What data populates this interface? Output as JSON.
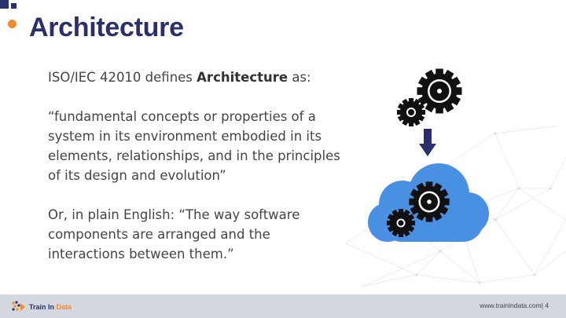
{
  "slide": {
    "title": "Architecture",
    "intro_prefix": "ISO/IEC 42010 defines ",
    "intro_bold": "Architecture",
    "intro_suffix": " as:",
    "quote_lines": [
      "“fundamental concepts or properties of a",
      "system in its environment embodied in its",
      "elements, relationships, and in the principles",
      "of its design and evolution”"
    ],
    "plain_lines": [
      "Or, in plain English: “The way software",
      "components are arranged and the",
      "interactions between them.”"
    ]
  },
  "illustration": {
    "icons": [
      "gears-icon",
      "arrow-down-icon",
      "cloud-icon",
      "cloud-gears-icon"
    ],
    "gear_color": "#111111",
    "arrow_color": "#2b2f6b",
    "cloud_color": "#4a90e2"
  },
  "footer": {
    "logo_part1": "Train In",
    "logo_part2": " Data",
    "url_page": "www.trainindata.com| 4"
  },
  "colors": {
    "title": "#2b2f6b",
    "accent": "#f28c28",
    "footer_bg": "#d3d7df",
    "body_text": "#444444"
  }
}
